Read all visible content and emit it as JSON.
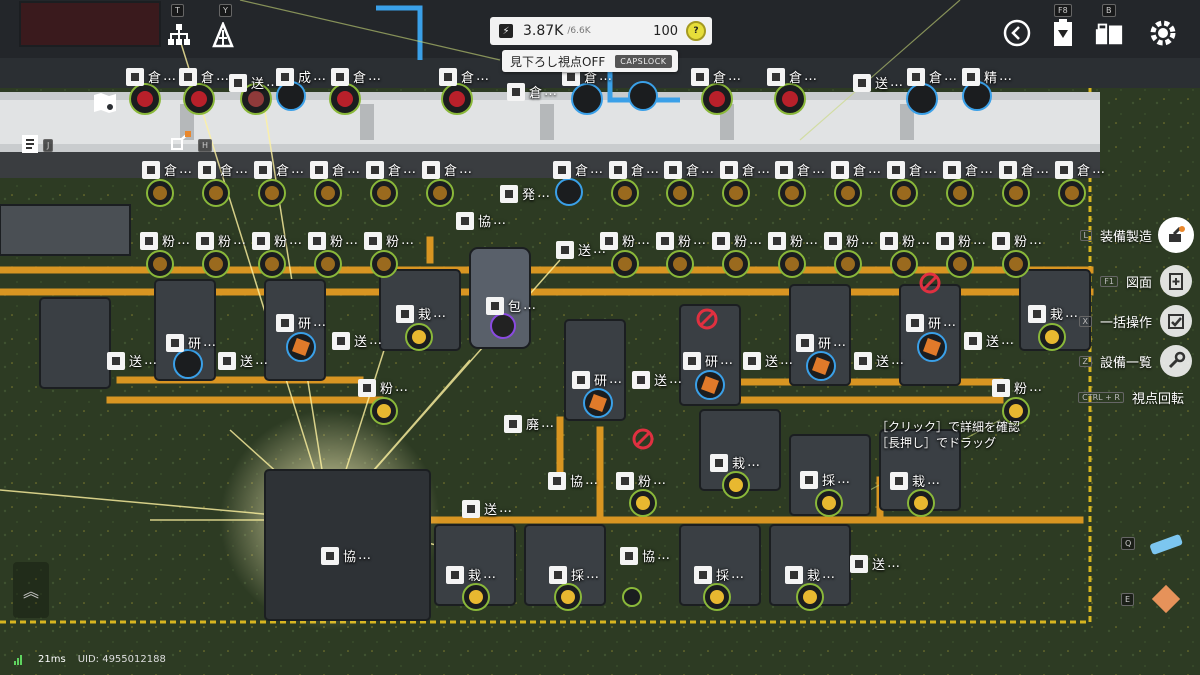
{
  "power": {
    "current": "3.87K",
    "capacity": "/6.6K",
    "percent": "100",
    "badge": "?"
  },
  "view_toggle": {
    "label": "見下ろし視点OFF",
    "key": "CAPSLOCK"
  },
  "top_keys": {
    "t": "T",
    "y": "Y",
    "f8": "F8",
    "b": "B",
    "j": "J",
    "h": "H"
  },
  "right_menu": [
    {
      "label": "装備製造",
      "key": "L"
    },
    {
      "label": "図面",
      "key": "F1"
    },
    {
      "label": "一括操作",
      "key": "X"
    },
    {
      "label": "設備一覧",
      "key": "Z"
    },
    {
      "label": "視点回転",
      "key": "CTRL + R"
    }
  ],
  "tooltip": {
    "line1": "［クリック］で詳細を確認",
    "line2": "［長押し］でドラッグ"
  },
  "right_tools": [
    {
      "key": "Q"
    },
    {
      "key": "E"
    }
  ],
  "status": {
    "ping": "21ms",
    "uid": "UID: 4955012188"
  },
  "labels": {
    "storage": "倉",
    "send": "送",
    "refine": "精",
    "craft": "成",
    "research": "研",
    "powder": "粉",
    "cultivate": "栽",
    "pack": "包",
    "coop": "協",
    "gather": "採",
    "generator": "発",
    "scrap": "廃",
    "ellipsis": "…"
  },
  "colors": {
    "belt": "#e29a22",
    "pipe": "#3aa0e8",
    "ground": "#2c3a22",
    "accent_red": "#e03040"
  }
}
